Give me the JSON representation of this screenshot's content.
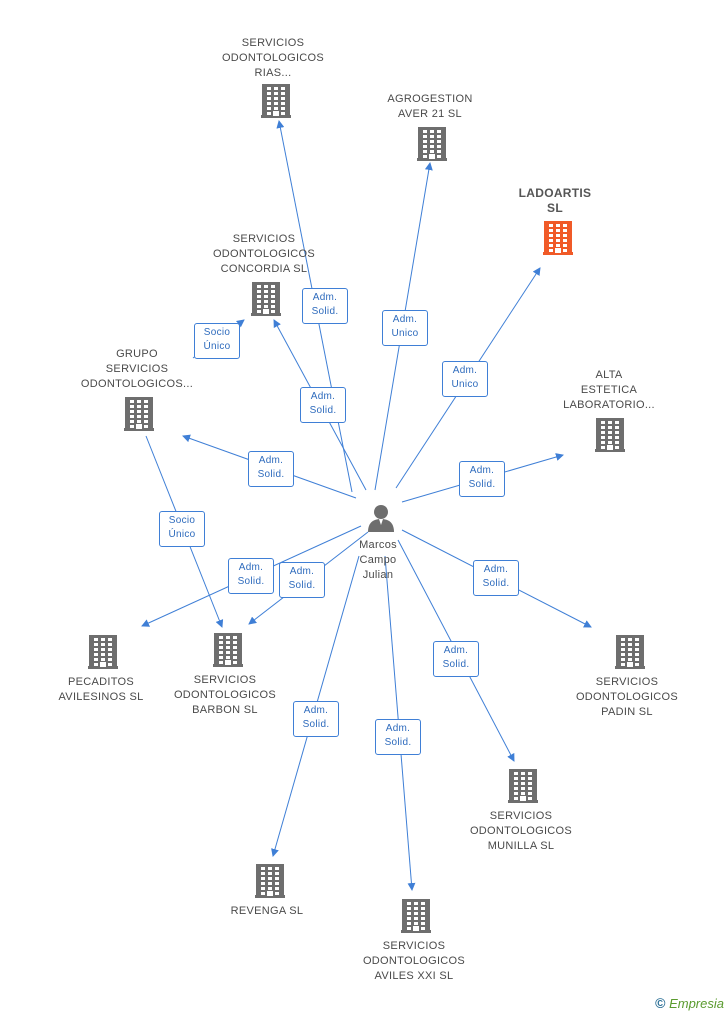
{
  "center": {
    "lines": [
      "Marcos",
      "Campo",
      "Julian"
    ]
  },
  "companies": [
    {
      "id": "rias",
      "lines": [
        "SERVICIOS",
        "ODONTOLOGICOS",
        "RIAS..."
      ],
      "highlight": false
    },
    {
      "id": "agrogestion",
      "lines": [
        "AGROGESTION",
        "AVER 21  SL"
      ],
      "highlight": false
    },
    {
      "id": "ladoartis",
      "lines": [
        "LADOARTIS",
        "SL"
      ],
      "highlight": true
    },
    {
      "id": "concordia",
      "lines": [
        "SERVICIOS",
        "ODONTOLOGICOS",
        "CONCORDIA SL"
      ],
      "highlight": false
    },
    {
      "id": "grupo",
      "lines": [
        "GRUPO",
        "SERVICIOS",
        "ODONTOLOGICOS..."
      ],
      "highlight": false
    },
    {
      "id": "alta",
      "lines": [
        "ALTA",
        "ESTETICA",
        "LABORATORIO..."
      ],
      "highlight": false
    },
    {
      "id": "pecaditos",
      "lines": [
        "PECADITOS",
        "AVILESINOS SL"
      ],
      "highlight": false
    },
    {
      "id": "barbon",
      "lines": [
        "SERVICIOS",
        "ODONTOLOGICOS",
        "BARBON SL"
      ],
      "highlight": false
    },
    {
      "id": "padin",
      "lines": [
        "SERVICIOS",
        "ODONTOLOGICOS",
        "PADIN SL"
      ],
      "highlight": false
    },
    {
      "id": "munilla",
      "lines": [
        "SERVICIOS",
        "ODONTOLOGICOS",
        "MUNILLA SL"
      ],
      "highlight": false
    },
    {
      "id": "revenga",
      "lines": [
        "REVENGA SL"
      ],
      "highlight": false
    },
    {
      "id": "aviles",
      "lines": [
        "SERVICIOS",
        "ODONTOLOGICOS",
        "AVILES XXI SL"
      ],
      "highlight": false
    }
  ],
  "edges": [
    {
      "from": "center",
      "to": "rias",
      "label": [
        "Adm.",
        "Solid."
      ]
    },
    {
      "from": "center",
      "to": "agrogestion",
      "label": [
        "Adm.",
        "Unico"
      ]
    },
    {
      "from": "center",
      "to": "ladoartis",
      "label": [
        "Adm.",
        "Unico"
      ]
    },
    {
      "from": "center",
      "to": "concordia",
      "label": [
        "Adm.",
        "Solid."
      ]
    },
    {
      "from": "grupo",
      "to": "concordia",
      "label": [
        "Socio",
        "Único"
      ]
    },
    {
      "from": "center",
      "to": "grupo",
      "label": [
        "Adm.",
        "Solid."
      ]
    },
    {
      "from": "center",
      "to": "alta",
      "label": [
        "Adm.",
        "Solid."
      ]
    },
    {
      "from": "grupo",
      "to": "barbon",
      "label": [
        "Socio",
        "Único"
      ]
    },
    {
      "from": "center",
      "to": "pecaditos",
      "label": [
        "Adm.",
        "Solid."
      ]
    },
    {
      "from": "center",
      "to": "barbon",
      "label": [
        "Adm.",
        "Solid."
      ]
    },
    {
      "from": "center",
      "to": "padin",
      "label": [
        "Adm.",
        "Solid."
      ]
    },
    {
      "from": "center",
      "to": "munilla",
      "label": [
        "Adm.",
        "Solid."
      ]
    },
    {
      "from": "center",
      "to": "revenga",
      "label": [
        "Adm.",
        "Solid."
      ]
    },
    {
      "from": "center",
      "to": "aviles",
      "label": [
        "Adm.",
        "Solid."
      ]
    }
  ],
  "colors": {
    "edge": "#3f7fd6",
    "building": "#6e6e6e",
    "highlight": "#f05a28",
    "person": "#6e6e6e"
  },
  "footer": {
    "copyright": "©",
    "brand": "Empresia"
  }
}
